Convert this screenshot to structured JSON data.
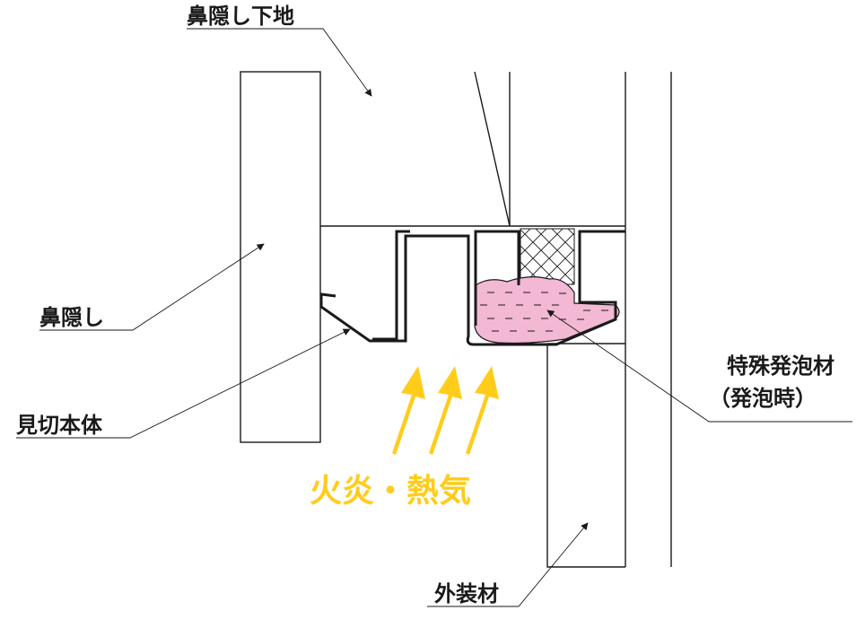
{
  "labels": {
    "fascia_base": "鼻隠し下地",
    "fascia": "鼻隠し",
    "trim_body": "見切本体",
    "foam_line1": "特殊発泡材",
    "foam_line2": "（発泡時）",
    "exterior": "外装材",
    "flame": "火炎・熱気"
  },
  "colors": {
    "line": "#1a1a1a",
    "foam_fill": "#f2b8d4",
    "flame": "#ffcc1a"
  }
}
